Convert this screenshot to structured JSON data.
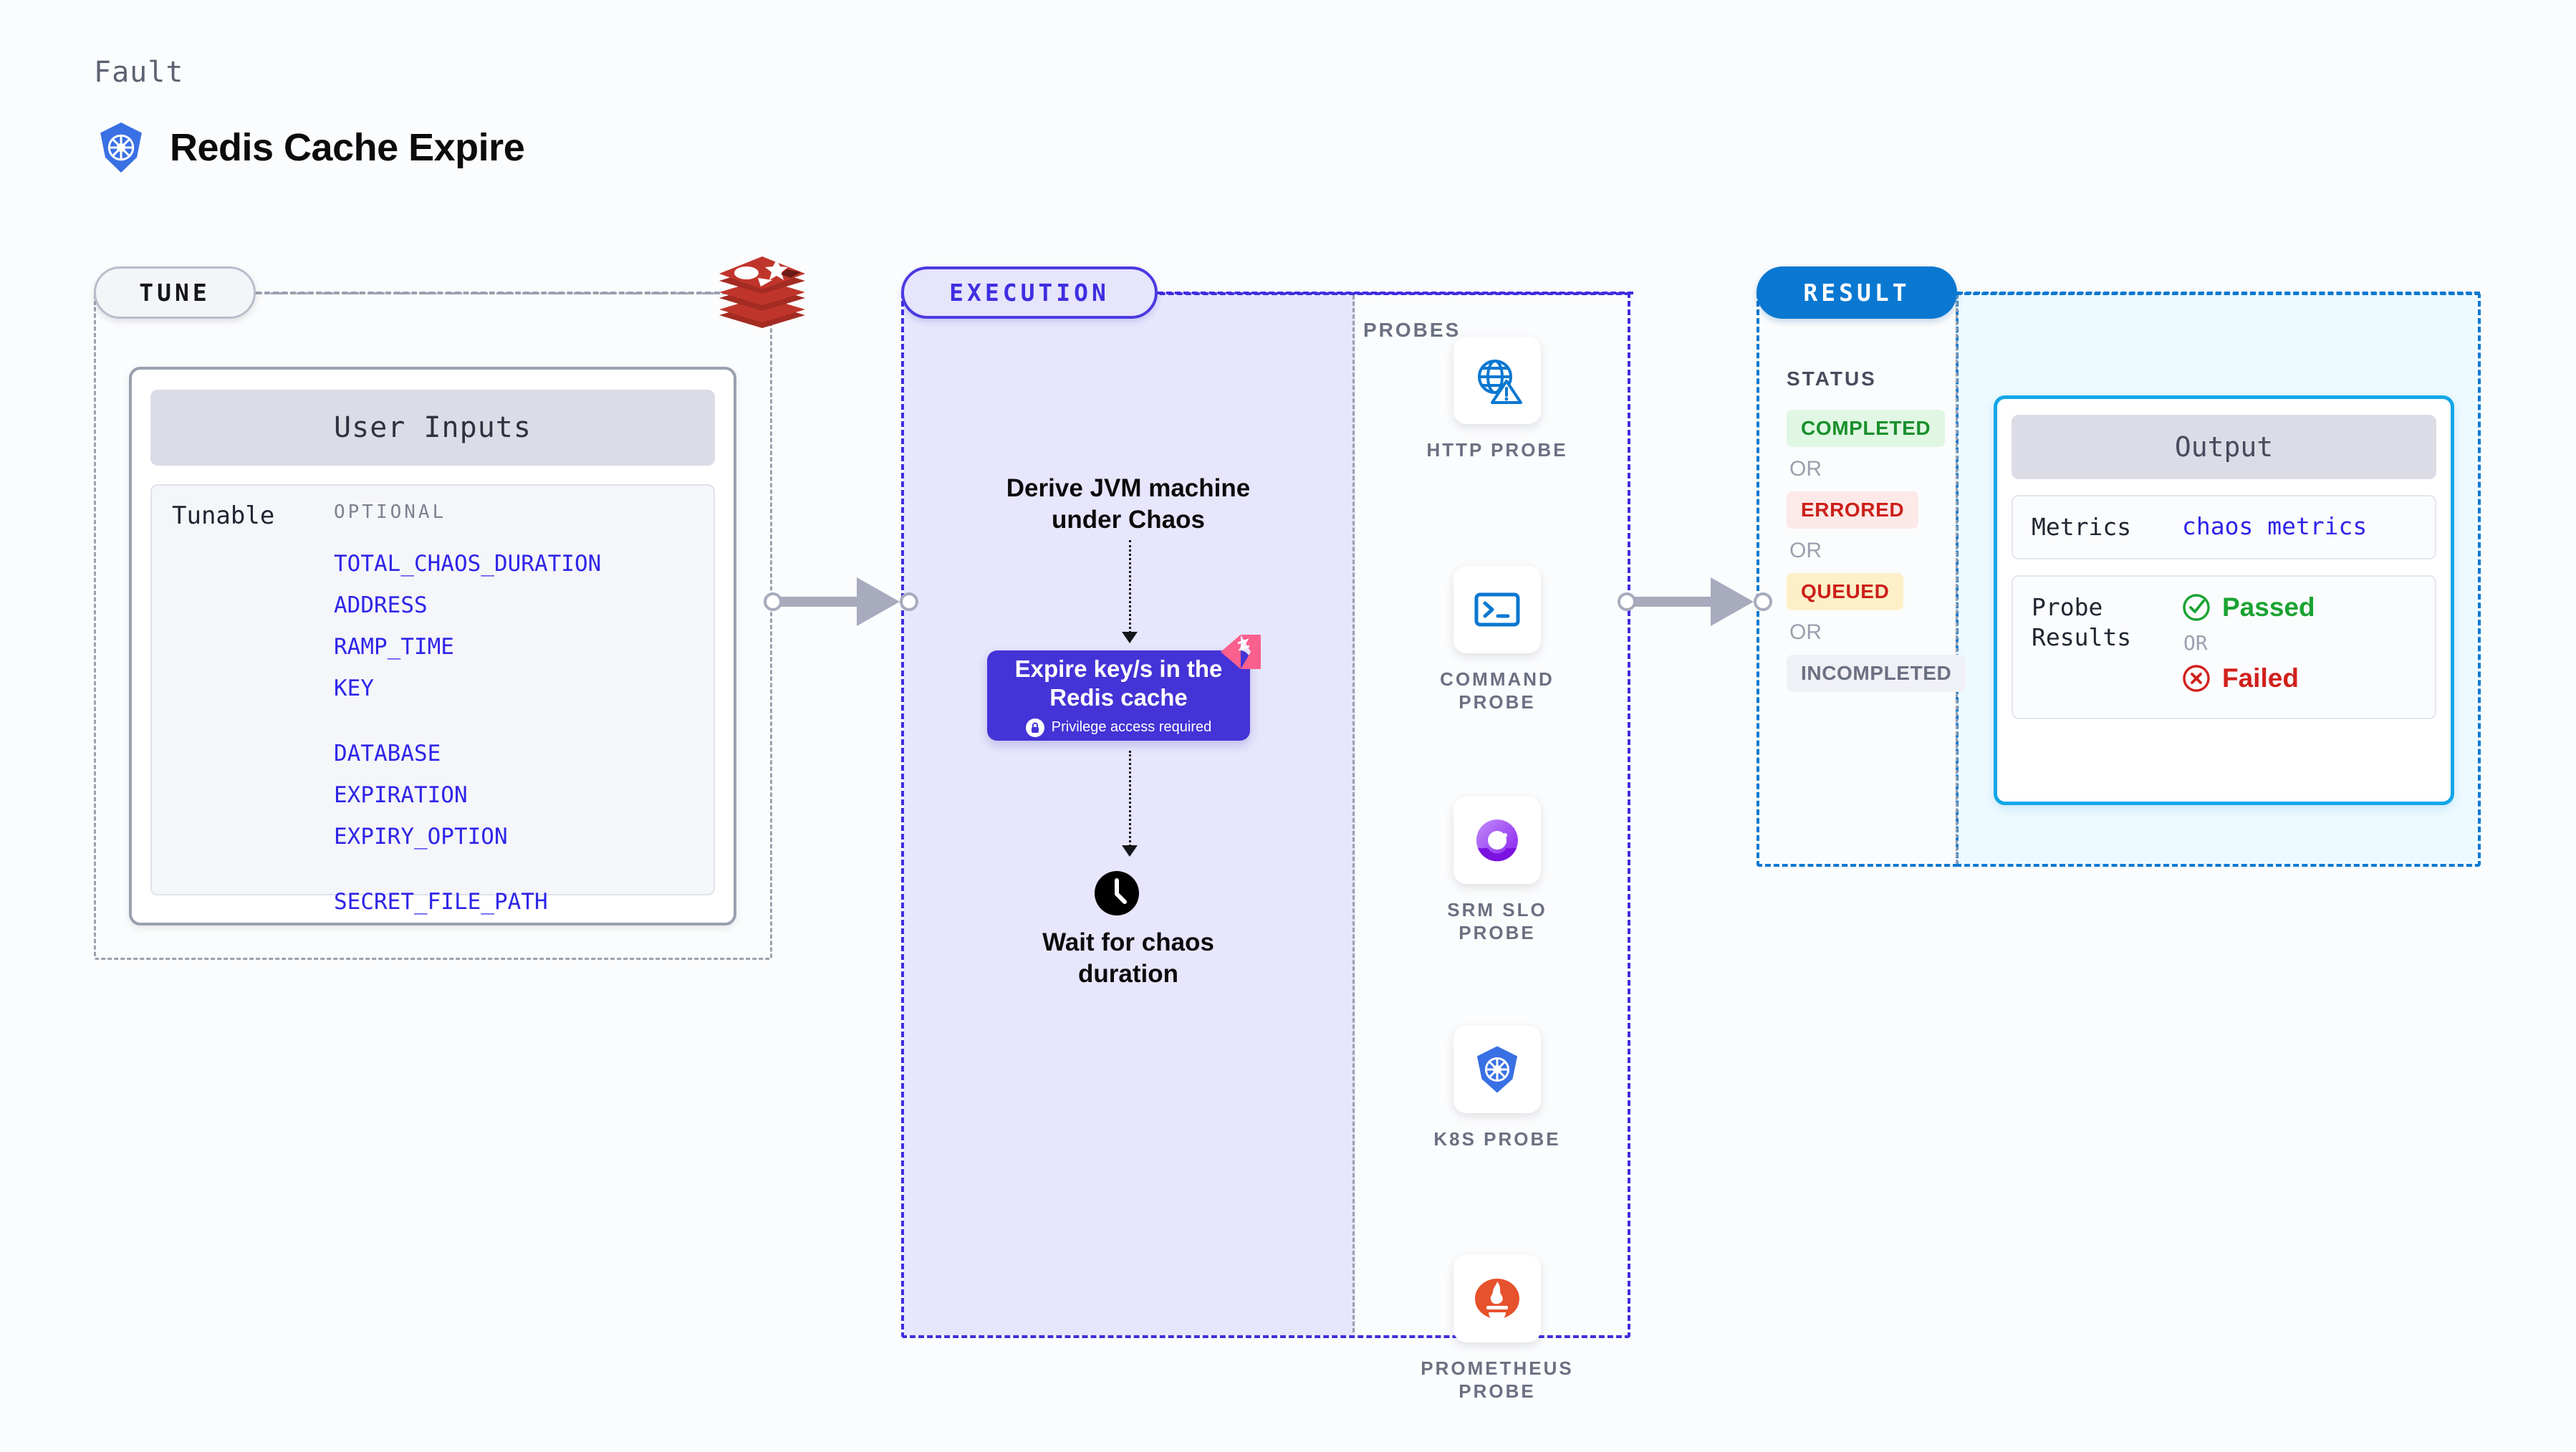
{
  "header": {
    "kicker": "Fault",
    "title": "Redis Cache Expire",
    "icon": "kubernetes-icon"
  },
  "tune": {
    "tag": "TUNE",
    "source_icon": "redis-logo",
    "card": {
      "heading": "User Inputs",
      "row_label": "Tunable",
      "group_label": "OPTIONAL",
      "params": [
        {
          "name": "TOTAL_CHAOS_DURATION",
          "gap": false
        },
        {
          "name": "ADDRESS",
          "gap": false
        },
        {
          "name": "RAMP_TIME",
          "gap": false
        },
        {
          "name": "KEY",
          "gap": false
        },
        {
          "name": "DATABASE",
          "gap": true
        },
        {
          "name": "EXPIRATION",
          "gap": false
        },
        {
          "name": "EXPIRY_OPTION",
          "gap": false
        },
        {
          "name": "SECRET_FILE_PATH",
          "gap": true
        }
      ]
    }
  },
  "execution": {
    "tag": "EXECUTION",
    "step1": "Derive JVM machine\nunder Chaos",
    "chaos_card": {
      "title": "Expire key/s in the\nRedis cache",
      "privilege_text": "Privilege access required",
      "lock_icon": "lock-icon",
      "corner_badge_icon": "litmus-chaos-icon"
    },
    "step2": {
      "icon": "clock-icon",
      "label": "Wait for chaos\nduration"
    }
  },
  "probes": {
    "label": "PROBES",
    "items": [
      {
        "label": "HTTP PROBE",
        "icon": "globe-warning-icon"
      },
      {
        "label": "COMMAND\nPROBE",
        "icon": "terminal-icon"
      },
      {
        "label": "SRM SLO\nPROBE",
        "icon": "srm-slo-icon"
      },
      {
        "label": "K8S PROBE",
        "icon": "kubernetes-icon"
      },
      {
        "label": "PROMETHEUS\nPROBE",
        "icon": "prometheus-icon"
      }
    ]
  },
  "result": {
    "tag": "RESULT",
    "status_label": "STATUS",
    "or_text": "OR",
    "statuses": [
      {
        "label": "COMPLETED",
        "bg": "#dff7e3",
        "fg": "#1a8f2b"
      },
      {
        "label": "ERRORED",
        "bg": "#fde9e8",
        "fg": "#cc1f1a"
      },
      {
        "label": "QUEUED",
        "bg": "#fdf0c8",
        "fg": "#cc1f1a"
      },
      {
        "label": "INCOMPLETED",
        "bg": "#f0f1f6",
        "fg": "#6b7082"
      }
    ],
    "output": {
      "heading": "Output",
      "metrics_key": "Metrics",
      "metrics_value": "chaos metrics",
      "probe_results_key": "Probe\nResults",
      "passed": "Passed",
      "passed_icon": "check-circle-icon",
      "failed": "Failed",
      "failed_icon": "x-circle-icon",
      "or_text": "OR"
    }
  },
  "colors": {
    "tune_accent": "#9aa0ae",
    "execution_accent": "#3f2ee0",
    "result_accent": "#0a78d1",
    "param_text": "#2f25e8",
    "chaos_card": "#4433d6"
  }
}
